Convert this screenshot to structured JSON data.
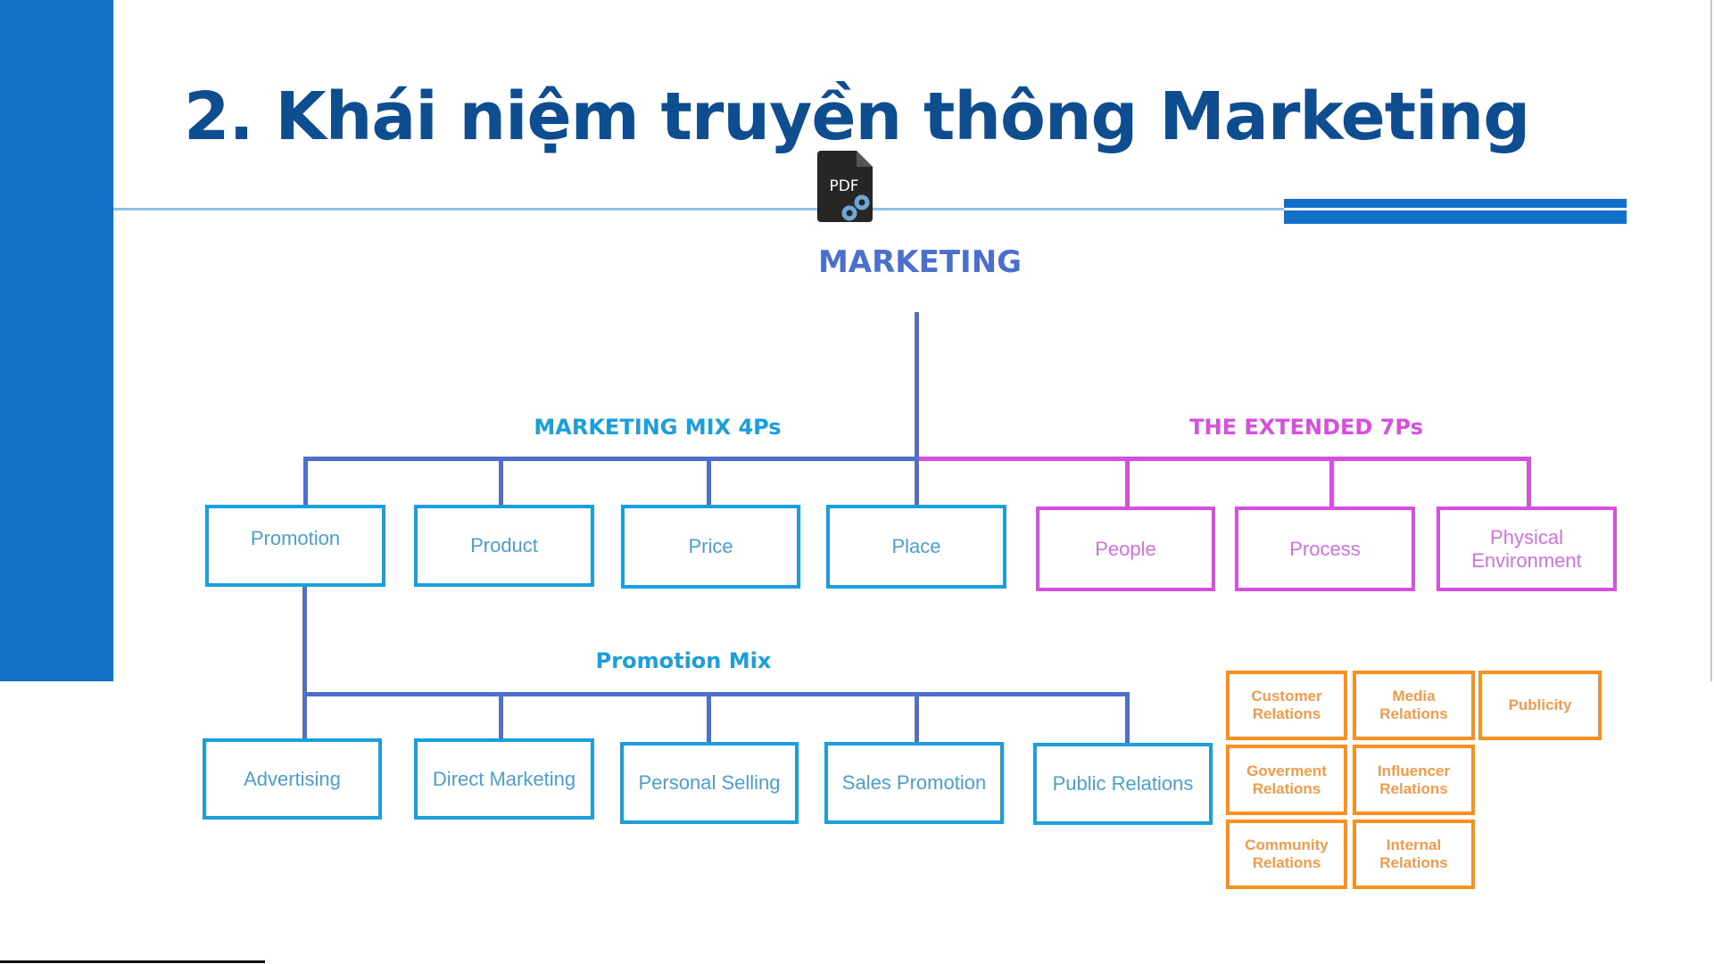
{
  "slide": {
    "title": "2. Khái niệm truyền thông Marketing",
    "pdf_icon_label": "PDF"
  },
  "diagram": {
    "root": "MARKETING",
    "mix_4ps_label": "MARKETING MIX 4Ps",
    "extended_7ps_label": "THE EXTENDED 7Ps",
    "promotion_mix_label": "Promotion Mix",
    "four_ps": [
      "Promotion",
      "Product",
      "Price",
      "Place"
    ],
    "extended_ps": [
      "People",
      "Process",
      "Physical Environment"
    ],
    "promotion_mix": [
      "Advertising",
      "Direct Marketing",
      "Personal Selling",
      "Sales Promotion",
      "Public Relations"
    ],
    "public_relations_types": [
      "Customer Relations",
      "Media Relations",
      "Publicity",
      "Goverment Relations",
      "Influencer Relations",
      "Community Relations",
      "Internal Relations"
    ]
  },
  "colors": {
    "accent": "#1170c8",
    "title": "#0e4d90",
    "box": "#1a9fdc",
    "connector": "#4f6fcc",
    "extended": "#d64fe0",
    "pr": "#f7901e"
  }
}
